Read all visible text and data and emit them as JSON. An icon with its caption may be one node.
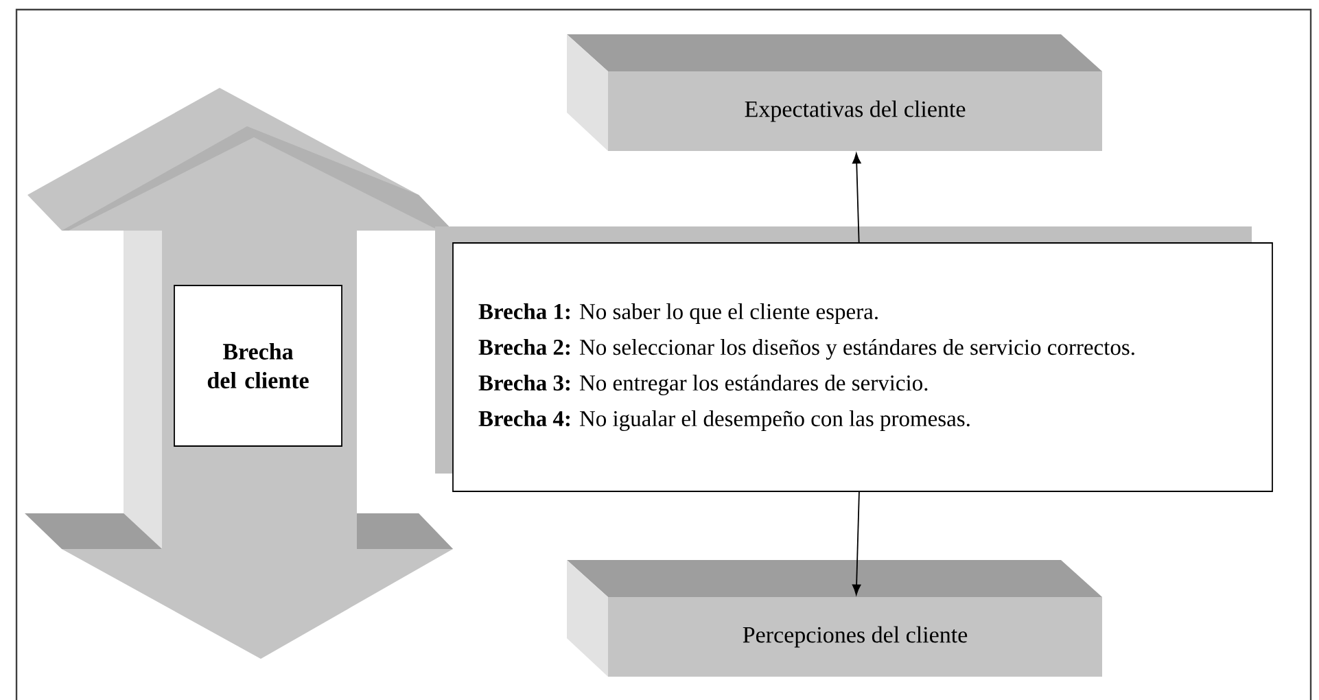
{
  "diagram": {
    "nodes": [
      {
        "text": [
          "Expectativas del cliente"
        ]
      },
      {
        "text": [
          "**Brecha 1:** No saber lo que el cliente espera.",
          "**Brecha 2:** No seleccionar los diseños y estándares de servicio correctos.",
          "**Brecha 3:** No entregar los estándares de servicio.",
          "**Brecha 4:** No igualar el desempeño con las promesas."
        ]
      },
      {
        "text": [
          "Percepciones del cliente"
        ]
      },
      {
        "text": [
          "Brecha del cliente"
        ]
      }
    ],
    "edges": [
      {
        "from": 1,
        "to": 0,
        "arrow": "to"
      },
      {
        "from": 1,
        "to": 2,
        "arrow": "to"
      }
    ]
  }
}
